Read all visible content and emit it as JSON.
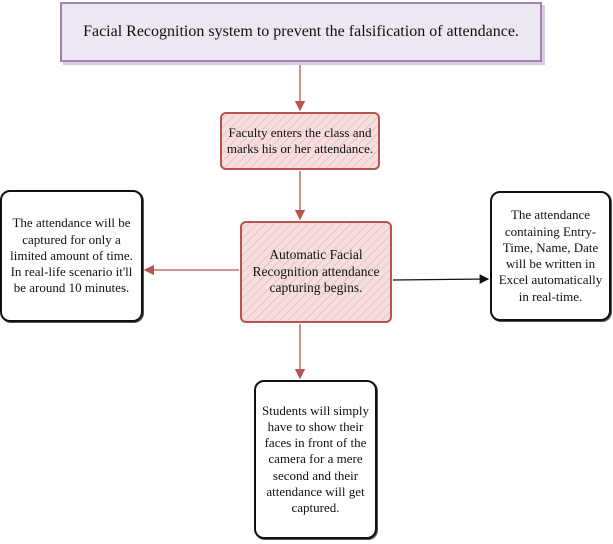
{
  "diagram": {
    "title": "Facial Recognition system to prevent the falsification of attendance.",
    "faculty_step": "Faculty enters the class and marks his or her attendance.",
    "auto_capture": "Automatic Facial Recognition attendance capturing begins.",
    "time_limit_note": "The attendance will be captured for only a limited amount of time. In real-life scenario it'll be around 10 minutes.",
    "excel_output": "The attendance containing Entry-Time, Name, Date will be written in Excel automatically in real-time.",
    "students_step": "Students will simply have to show their faces in front of the camera for a mere second and their attendance will get captured."
  },
  "colors": {
    "title_fill": "#ece7f1",
    "title_border": "#9f86ae",
    "step_fill": "#f6dede",
    "step_border": "#b85450",
    "note_border": "#111111"
  }
}
